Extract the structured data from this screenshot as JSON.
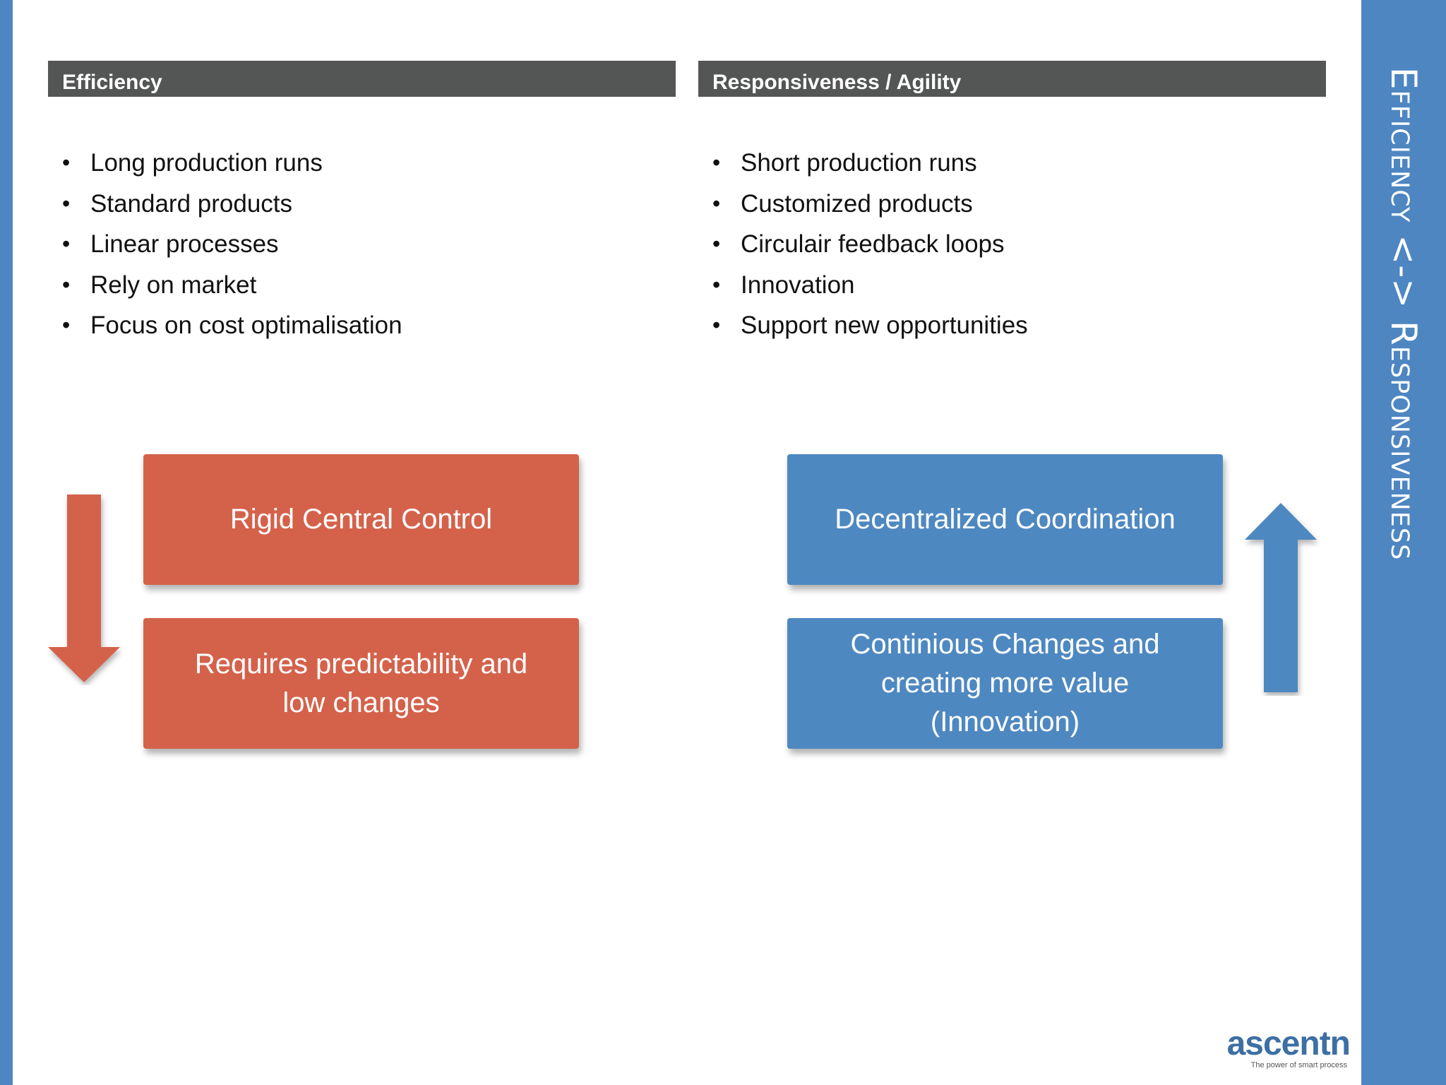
{
  "side_title": "Efficiency <-> Responsiveness",
  "left": {
    "header": "Efficiency",
    "bullets": [
      "Long production runs",
      "Standard products",
      "Linear processes",
      "Rely on market",
      "Focus on cost optimalisation"
    ],
    "box_top": "Rigid Central Control",
    "box_bottom": "Requires predictability and\nlow changes",
    "arrow": "down-arrow-icon"
  },
  "right": {
    "header": "Responsiveness / Agility",
    "bullets": [
      "Short production runs",
      "Customized products",
      "Circulair feedback loops",
      "Innovation",
      "Support new opportunities"
    ],
    "box_top": "Decentralized Coordination",
    "box_bottom": "Continious Changes and\ncreating more value\n(Innovation)",
    "arrow": "up-arrow-icon"
  },
  "logo": {
    "wordmark": "ascentn",
    "tagline": "The power of smart process"
  },
  "colors": {
    "accent_blue": "#4e86c1",
    "accent_red": "#d4624b",
    "header_gray": "#545555"
  }
}
